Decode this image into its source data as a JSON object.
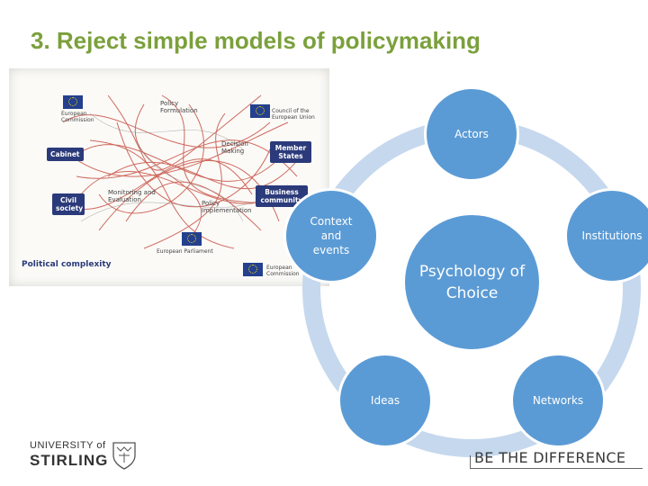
{
  "slide": {
    "title": "3. Reject simple models of policymaking"
  },
  "photo": {
    "boxes": {
      "cabinet": "Cabinet",
      "civil_society": "Civil society",
      "member_states": "Member States",
      "business_community": "Business community"
    },
    "labels": {
      "european_commission": "European Commission",
      "council": "Council of the European Union",
      "european_parliament": "European Parliament",
      "policy_formulation": "Policy Formulation",
      "decision_making": "Decision Making",
      "monitoring": "Monitoring and Evaluation",
      "implementation": "Policy Implementation"
    },
    "caption": "Political complexity",
    "colors": {
      "box": "#2b3a7a",
      "arrows": "#c0392b",
      "flag": "#24408e"
    }
  },
  "diagram": {
    "center": "Psychology of Choice",
    "nodes": {
      "actors": "Actors",
      "institutions": "Institutions",
      "networks": "Networks",
      "ideas": "Ideas",
      "context": "Context and events"
    },
    "colors": {
      "node": "#5B9BD5",
      "ring": "#C5D8EE"
    }
  },
  "footer": {
    "university_line1": "UNIVERSITY of",
    "university_line2": "STIRLING",
    "tagline": "BE THE DIFFERENCE"
  }
}
